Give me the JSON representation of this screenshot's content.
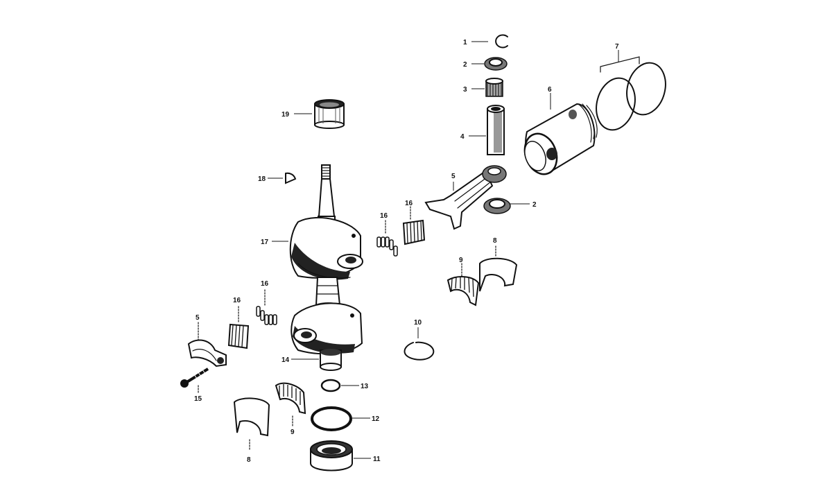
{
  "labels": {
    "n1": "1",
    "n2a": "2",
    "n2b": "2",
    "n3": "3",
    "n4": "4",
    "n5a": "5",
    "n5b": "5",
    "n6": "6",
    "n7": "7",
    "n8a": "8",
    "n8b": "8",
    "n9a": "9",
    "n9b": "9",
    "n10": "10",
    "n11": "11",
    "n12": "12",
    "n13": "13",
    "n14": "14",
    "n15": "15",
    "n16a": "16",
    "n16b": "16",
    "n16c": "16",
    "n16d": "16",
    "n17": "17",
    "n18": "18",
    "n19": "19"
  }
}
